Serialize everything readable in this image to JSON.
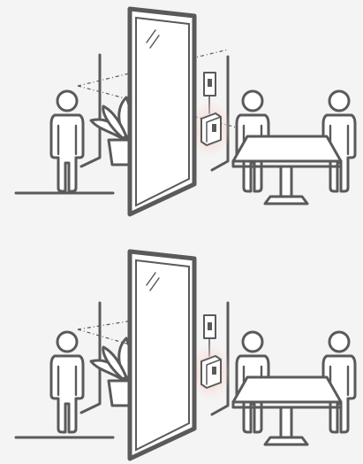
{
  "panels": [
    {
      "id": "top",
      "state": "transparent",
      "glass_tint": "#ffffff",
      "device_glow": "#f7c9c0"
    },
    {
      "id": "bottom",
      "state": "frosted",
      "glass_tint": "#ececec",
      "device_glow": "#f7c9c0"
    }
  ],
  "colors": {
    "line": "#5a5a5a",
    "background": "#f4f4f4",
    "glow": "#f9d6cf"
  },
  "icons": [
    "person-icon",
    "plant-icon",
    "door-frame-icon",
    "wall-switch-icon",
    "control-box-icon",
    "table-icon"
  ]
}
